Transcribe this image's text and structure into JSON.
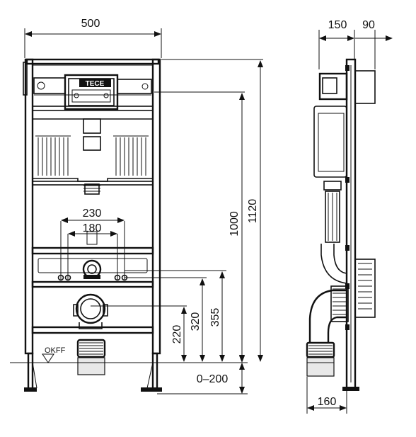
{
  "front_view": {
    "width_label": "500",
    "dim_230": "230",
    "dim_180": "180",
    "dim_1000": "1000",
    "dim_1120": "1120",
    "dim_355": "355",
    "dim_320": "320",
    "dim_220": "220",
    "dim_range": "0–200",
    "floor_label": "OKFF",
    "brand_label": "TECE"
  },
  "side_view": {
    "dim_150": "150",
    "dim_90": "90",
    "dim_160": "160"
  },
  "colors": {
    "line": "#111111",
    "background": "#ffffff"
  }
}
